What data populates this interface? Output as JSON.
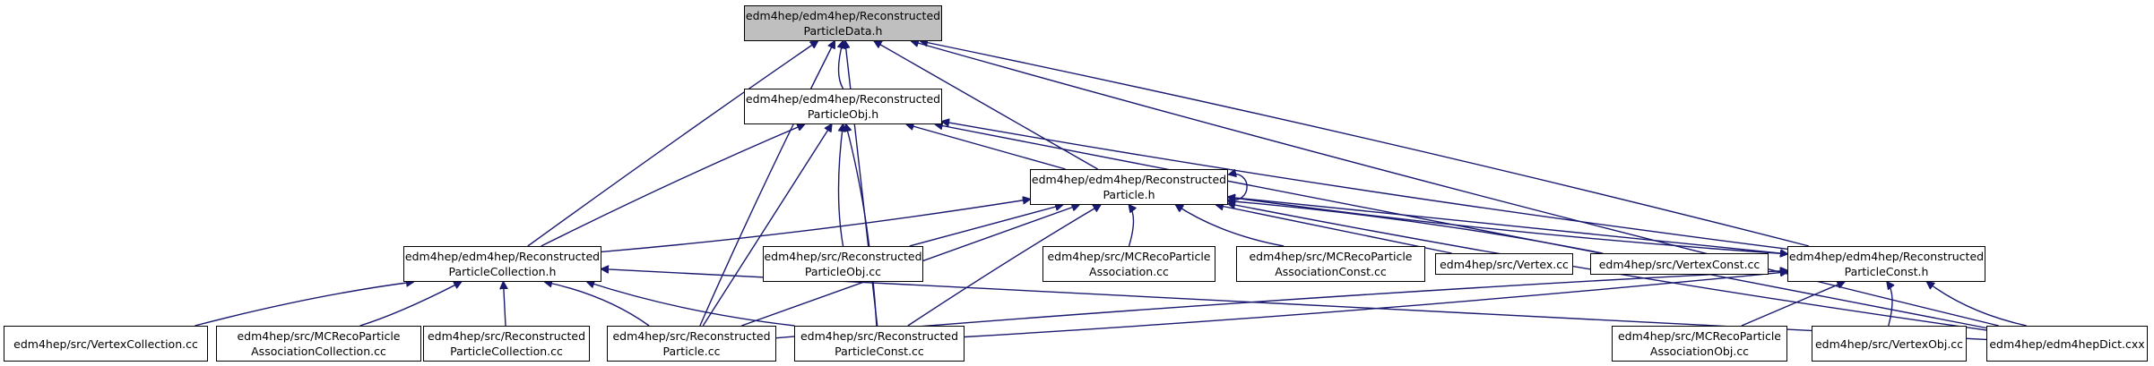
{
  "nodes": [
    {
      "id": "root",
      "lines": [
        "edm4hep/edm4hep/Reconstructed",
        "ParticleData.h"
      ]
    },
    {
      "id": "obj",
      "lines": [
        "edm4hep/edm4hep/Reconstructed",
        "ParticleObj.h"
      ]
    },
    {
      "id": "rph",
      "lines": [
        "edm4hep/edm4hep/Reconstructed",
        "Particle.h"
      ]
    },
    {
      "id": "coll",
      "lines": [
        "edm4hep/edm4hep/Reconstructed",
        "ParticleCollection.h"
      ]
    },
    {
      "id": "objcc",
      "lines": [
        "edm4hep/src/Reconstructed",
        "ParticleObj.cc"
      ]
    },
    {
      "id": "mcassoc",
      "lines": [
        "edm4hep/src/MCRecoParticle",
        "Association.cc"
      ]
    },
    {
      "id": "mcassocconst",
      "lines": [
        "edm4hep/src/MCRecoParticle",
        "AssociationConst.cc"
      ]
    },
    {
      "id": "vertexcc",
      "lines": [
        "edm4hep/src/Vertex.cc"
      ]
    },
    {
      "id": "vertexconstcc",
      "lines": [
        "edm4hep/src/VertexConst.cc"
      ]
    },
    {
      "id": "consth",
      "lines": [
        "edm4hep/edm4hep/Reconstructed",
        "ParticleConst.h"
      ]
    },
    {
      "id": "vcollcc",
      "lines": [
        "edm4hep/src/VertexCollection.cc"
      ]
    },
    {
      "id": "mcassoccoll",
      "lines": [
        "edm4hep/src/MCRecoParticle",
        "AssociationCollection.cc"
      ]
    },
    {
      "id": "collcc",
      "lines": [
        "edm4hep/src/Reconstructed",
        "ParticleCollection.cc"
      ]
    },
    {
      "id": "partcc",
      "lines": [
        "edm4hep/src/Reconstructed",
        "Particle.cc"
      ]
    },
    {
      "id": "constcc",
      "lines": [
        "edm4hep/src/Reconstructed",
        "ParticleConst.cc"
      ]
    },
    {
      "id": "mcassocobj",
      "lines": [
        "edm4hep/src/MCRecoParticle",
        "AssociationObj.cc"
      ]
    },
    {
      "id": "vobjcc",
      "lines": [
        "edm4hep/src/VertexObj.cc"
      ]
    },
    {
      "id": "dict",
      "lines": [
        "edm4hep/edm4hepDict.cxx"
      ]
    }
  ],
  "edges": [
    {
      "from": "obj",
      "to": "root"
    },
    {
      "from": "rph",
      "to": "root"
    },
    {
      "from": "coll",
      "to": "root"
    },
    {
      "from": "partcc",
      "to": "root"
    },
    {
      "from": "constcc",
      "to": "root"
    },
    {
      "from": "consth",
      "to": "root"
    },
    {
      "from": "dict",
      "to": "root"
    },
    {
      "from": "rph",
      "to": "obj"
    },
    {
      "from": "coll",
      "to": "obj"
    },
    {
      "from": "objcc",
      "to": "obj"
    },
    {
      "from": "partcc",
      "to": "obj"
    },
    {
      "from": "constcc",
      "to": "obj"
    },
    {
      "from": "consth",
      "to": "obj"
    },
    {
      "from": "dict",
      "to": "obj"
    },
    {
      "from": "rph",
      "to": "rph"
    },
    {
      "from": "coll",
      "to": "rph"
    },
    {
      "from": "objcc",
      "to": "rph"
    },
    {
      "from": "mcassoc",
      "to": "rph"
    },
    {
      "from": "mcassocconst",
      "to": "rph"
    },
    {
      "from": "vertexcc",
      "to": "rph"
    },
    {
      "from": "vertexconstcc",
      "to": "rph"
    },
    {
      "from": "consth",
      "to": "rph"
    },
    {
      "from": "partcc",
      "to": "rph"
    },
    {
      "from": "constcc",
      "to": "rph"
    },
    {
      "from": "dict",
      "to": "rph"
    },
    {
      "from": "rph",
      "to": "consth"
    },
    {
      "from": "vcollcc",
      "to": "coll"
    },
    {
      "from": "mcassoccoll",
      "to": "coll"
    },
    {
      "from": "collcc",
      "to": "coll"
    },
    {
      "from": "partcc",
      "to": "coll"
    },
    {
      "from": "constcc",
      "to": "coll"
    },
    {
      "from": "dict",
      "to": "coll"
    },
    {
      "from": "partcc",
      "to": "consth"
    },
    {
      "from": "constcc",
      "to": "consth"
    },
    {
      "from": "mcassocobj",
      "to": "consth"
    },
    {
      "from": "vobjcc",
      "to": "consth"
    },
    {
      "from": "dict",
      "to": "consth"
    }
  ]
}
